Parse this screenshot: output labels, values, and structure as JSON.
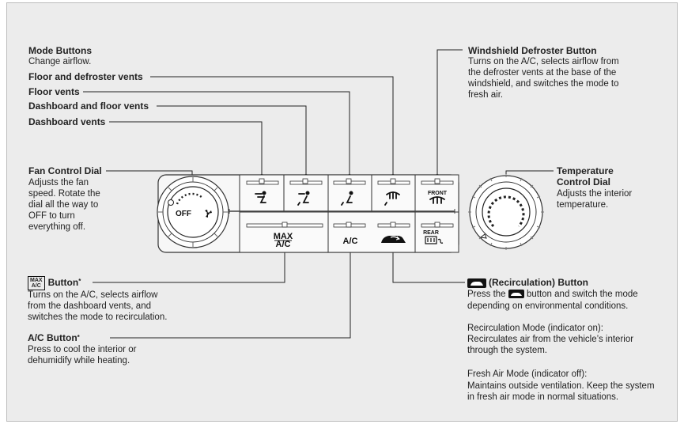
{
  "mode_buttons": {
    "title": "Mode Buttons",
    "desc": "Change airflow.",
    "floor_defroster": "Floor and defroster vents",
    "floor": "Floor vents",
    "dash_floor": "Dashboard and floor vents",
    "dash": "Dashboard vents"
  },
  "fan_dial": {
    "title": "Fan Control Dial",
    "desc": [
      "Adjusts the fan",
      "speed. Rotate the",
      "dial all the way to",
      "OFF to turn",
      "everything off."
    ],
    "off_label": "OFF"
  },
  "windshield": {
    "title": "Windshield Defroster Button",
    "desc": [
      "Turns on the A/C, selects airflow from",
      "the defroster vents at the base of the",
      "windshield, and switches the mode to",
      "fresh air."
    ]
  },
  "temperature": {
    "title_1": "Temperature",
    "title_2": "Control Dial",
    "desc": [
      "Adjusts the interior",
      "temperature."
    ]
  },
  "max_ac": {
    "title": "Button",
    "star": "*",
    "icon_top": "MAX",
    "icon_bottom": "A/C",
    "desc": [
      "Turns on the A/C, selects airflow",
      "from the dashboard vents, and",
      "switches the mode to recirculation."
    ]
  },
  "ac": {
    "title": "A/C Button",
    "star": "*",
    "desc": [
      "Press to cool the interior or",
      "dehumidify while heating."
    ]
  },
  "recirculation": {
    "title": "(Recirculation) Button",
    "desc_1a": "Press the",
    "desc_1b": "button and switch the mode",
    "desc_2": "depending on environmental conditions.",
    "recirc_title": "Recirculation Mode (indicator on):",
    "recirc_desc": [
      "Recirculates air from the vehicle’s interior",
      "through the system."
    ],
    "fresh_title": "Fresh Air Mode (indicator off):",
    "fresh_desc": [
      "Maintains outside ventilation. Keep the system",
      "in fresh air mode in normal situations."
    ]
  },
  "panel": {
    "max_top": "MAX",
    "max_bottom": "A/C",
    "ac": "A/C",
    "front": "FRONT",
    "rear": "REAR"
  }
}
